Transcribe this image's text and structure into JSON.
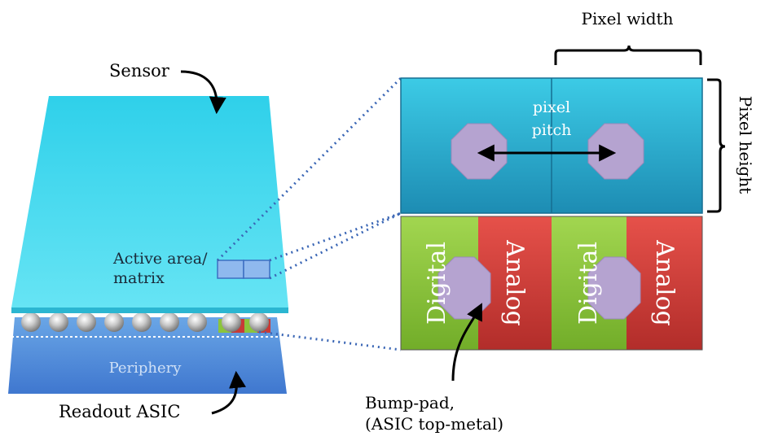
{
  "labels": {
    "sensor": "Sensor",
    "active_area_line1": "Active area/",
    "active_area_line2": "matrix",
    "periphery": "Periphery",
    "readout_asic": "Readout ASIC",
    "pixel_width": "Pixel width",
    "pixel_height": "Pixel height",
    "pixel_pitch_line1": "pixel",
    "pixel_pitch_line2": "pitch",
    "digital_left": "Digital",
    "analog_left": "Analog",
    "digital_right": "Digital",
    "analog_right": "Analog",
    "bump_pad_line1": "Bump-pad,",
    "bump_pad_line2": "(ASIC top-metal)"
  },
  "colors": {
    "sensor_top": "#2fd0ea",
    "sensor_bottom": "#5fe3f3",
    "asic_top": "#6aa6e6",
    "asic_bottom": "#3f77cf",
    "pixel_top": "#35c4e2",
    "pixel_bottom": "#1f8fb6",
    "digital_top": "#9cd24a",
    "digital_bottom": "#76b22c",
    "analog_top": "#e04a44",
    "analog_bottom": "#b52f2c",
    "bump_pad": "#b5a3d0",
    "dotted_line": "#3a66b5"
  }
}
